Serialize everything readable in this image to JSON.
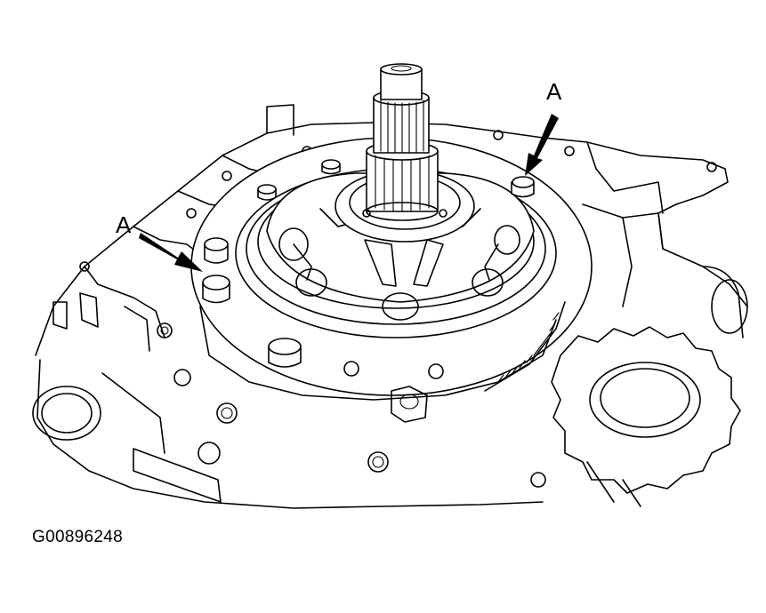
{
  "callouts": {
    "left_label": "A",
    "right_label": "A"
  },
  "figure_id": "G00896248",
  "colors": {
    "line": "#000000",
    "background": "#ffffff"
  }
}
